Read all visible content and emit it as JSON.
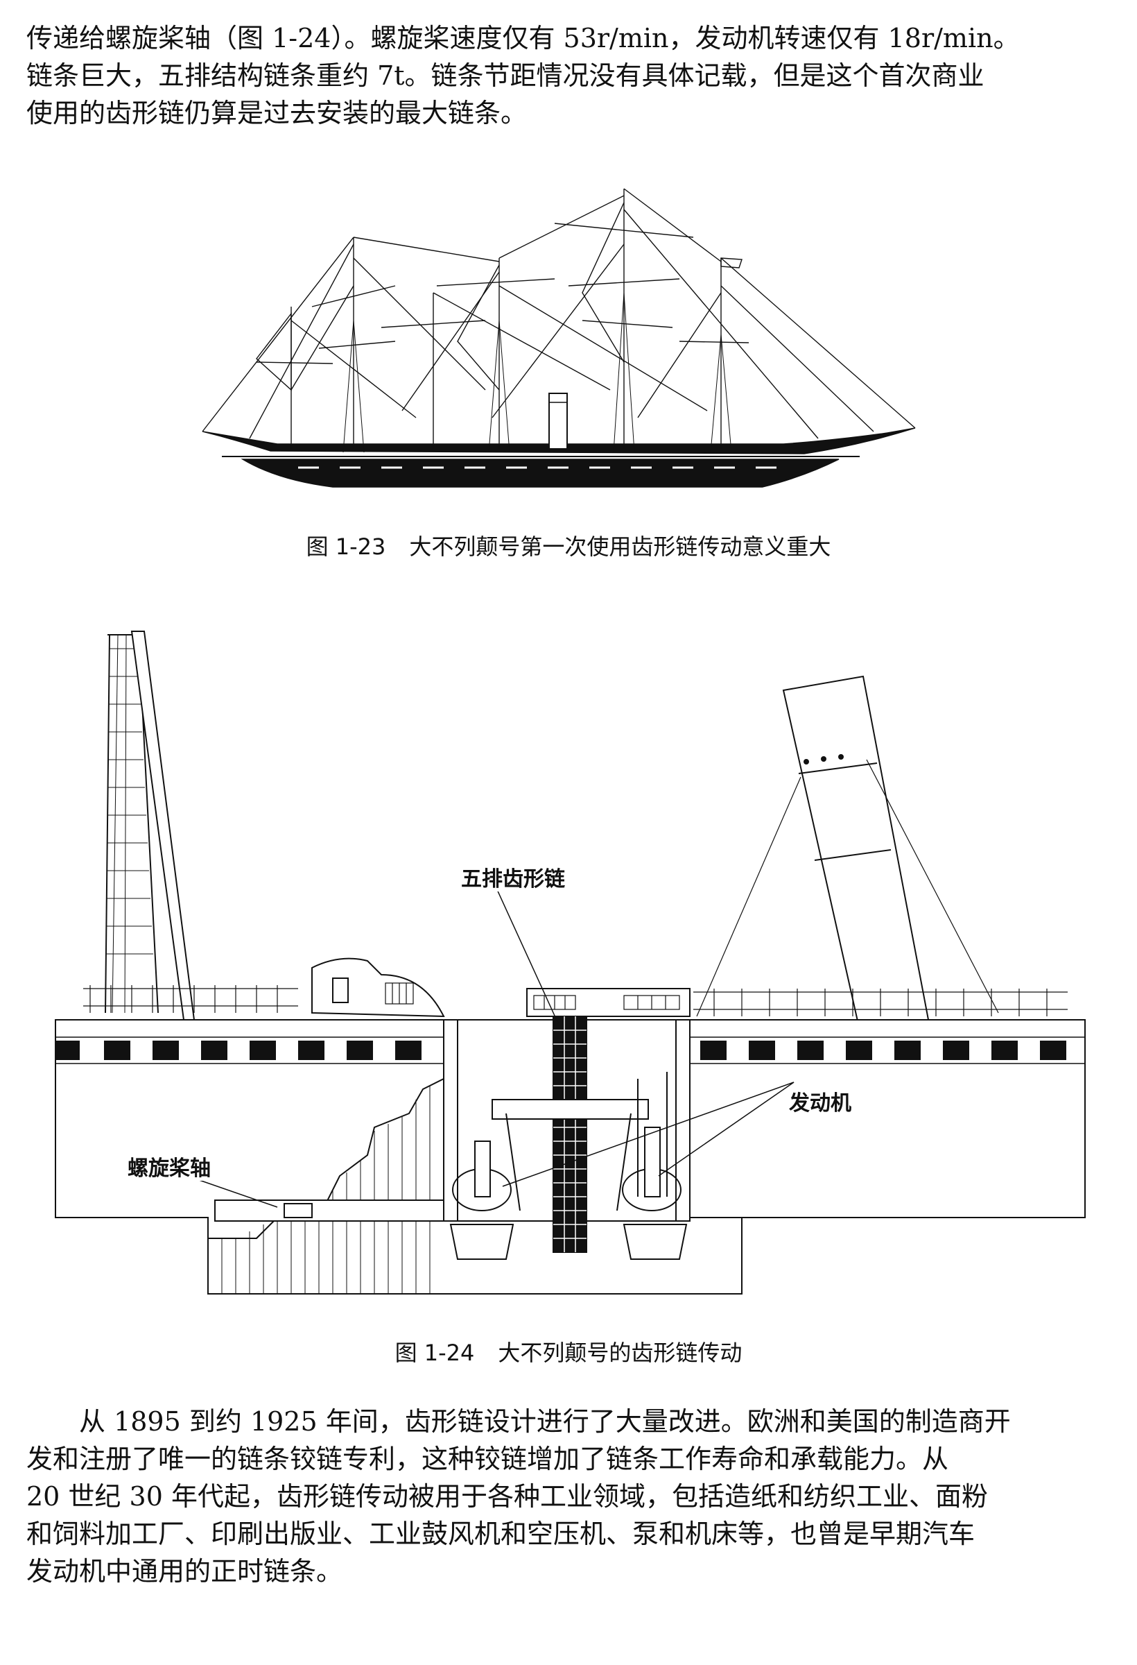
{
  "paragraphs": {
    "top": [
      "传递给螺旋桨轴（图 1-24）。螺旋桨速度仅有 53r/min，发动机转速仅有 18r/min。",
      "链条巨大，五排结构链条重约 7t。链条节距情况没有具体记载，但是这个首次商业",
      "使用的齿形链仍算是过去安装的最大链条。"
    ],
    "bottom": [
      "从 1895 到约 1925 年间，齿形链设计进行了大量改进。欧洲和美国的制造商开",
      "发和注册了唯一的链条铰链专利，这种铰链增加了链条工作寿命和承载能力。从",
      "20 世纪 30 年代起，齿形链传动被用于各种工业领域，包括造纸和纺织工业、面粉",
      "和饲料加工厂、印刷出版业、工业鼓风机和空压机、泵和机床等，也曾是早期汽车",
      "发动机中通用的正时链条。"
    ]
  },
  "figure_1": {
    "caption_number": "图 1-23",
    "caption_text": "大不列颠号第一次使用齿形链传动意义重大"
  },
  "figure_2": {
    "caption_number": "图 1-24",
    "caption_text": "大不列颠号的齿形链传动",
    "labels": {
      "chain": "五排齿形链",
      "engine": "发动机",
      "shaft": "螺旋桨轴"
    }
  }
}
